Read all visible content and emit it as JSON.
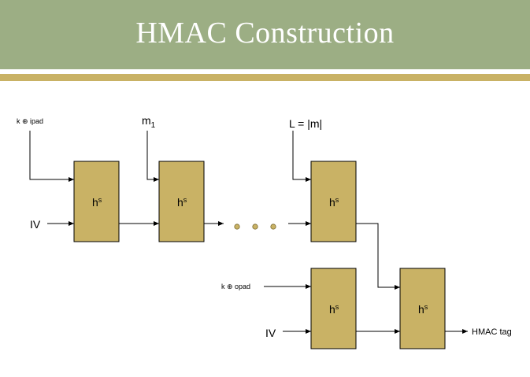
{
  "slide": {
    "title": "HMAC Construction"
  },
  "diagram": {
    "inputs": {
      "ipad_key": "k ⊕ ipad",
      "message_block": "m",
      "message_subscript": "1",
      "length_block": "L = |m|",
      "opad_key": "k ⊕ opad",
      "iv_top": "IV",
      "iv_bottom": "IV"
    },
    "block_label": "h",
    "block_superscript": "s",
    "output": "HMAC tag",
    "colors": {
      "banner": "#9cae84",
      "stripe": "#c9b265",
      "block_fill": "#c9b265",
      "dot_fill": "#c9b265"
    }
  }
}
